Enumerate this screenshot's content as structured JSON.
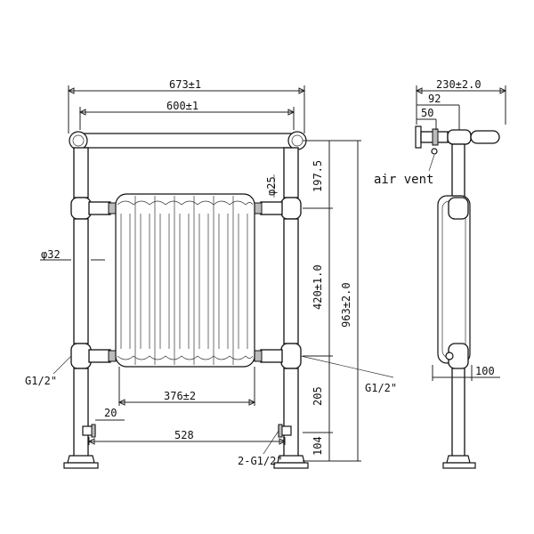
{
  "dimensions": {
    "overall_width": "673±1",
    "rail_width": "600±1",
    "side_depth": "230±2.0",
    "side_92": "92",
    "side_50": "50",
    "pipe_diameter": "φ25",
    "post_diameter": "φ32",
    "top_height": "197.5",
    "mid_height": "420±1.0",
    "total_height": "963±2.0",
    "bottom_205": "205",
    "bottom_104": "104",
    "col_width": "376±2",
    "inlet_spacing": "528",
    "offset_20": "20",
    "side_100": "100"
  },
  "labels": {
    "air_vent": "air vent",
    "g_left": "G1/2\"",
    "g_right": "G1/2\"",
    "g_bottom": "2-G1/2\""
  },
  "colors": {
    "line": "#222222",
    "background": "#ffffff"
  }
}
